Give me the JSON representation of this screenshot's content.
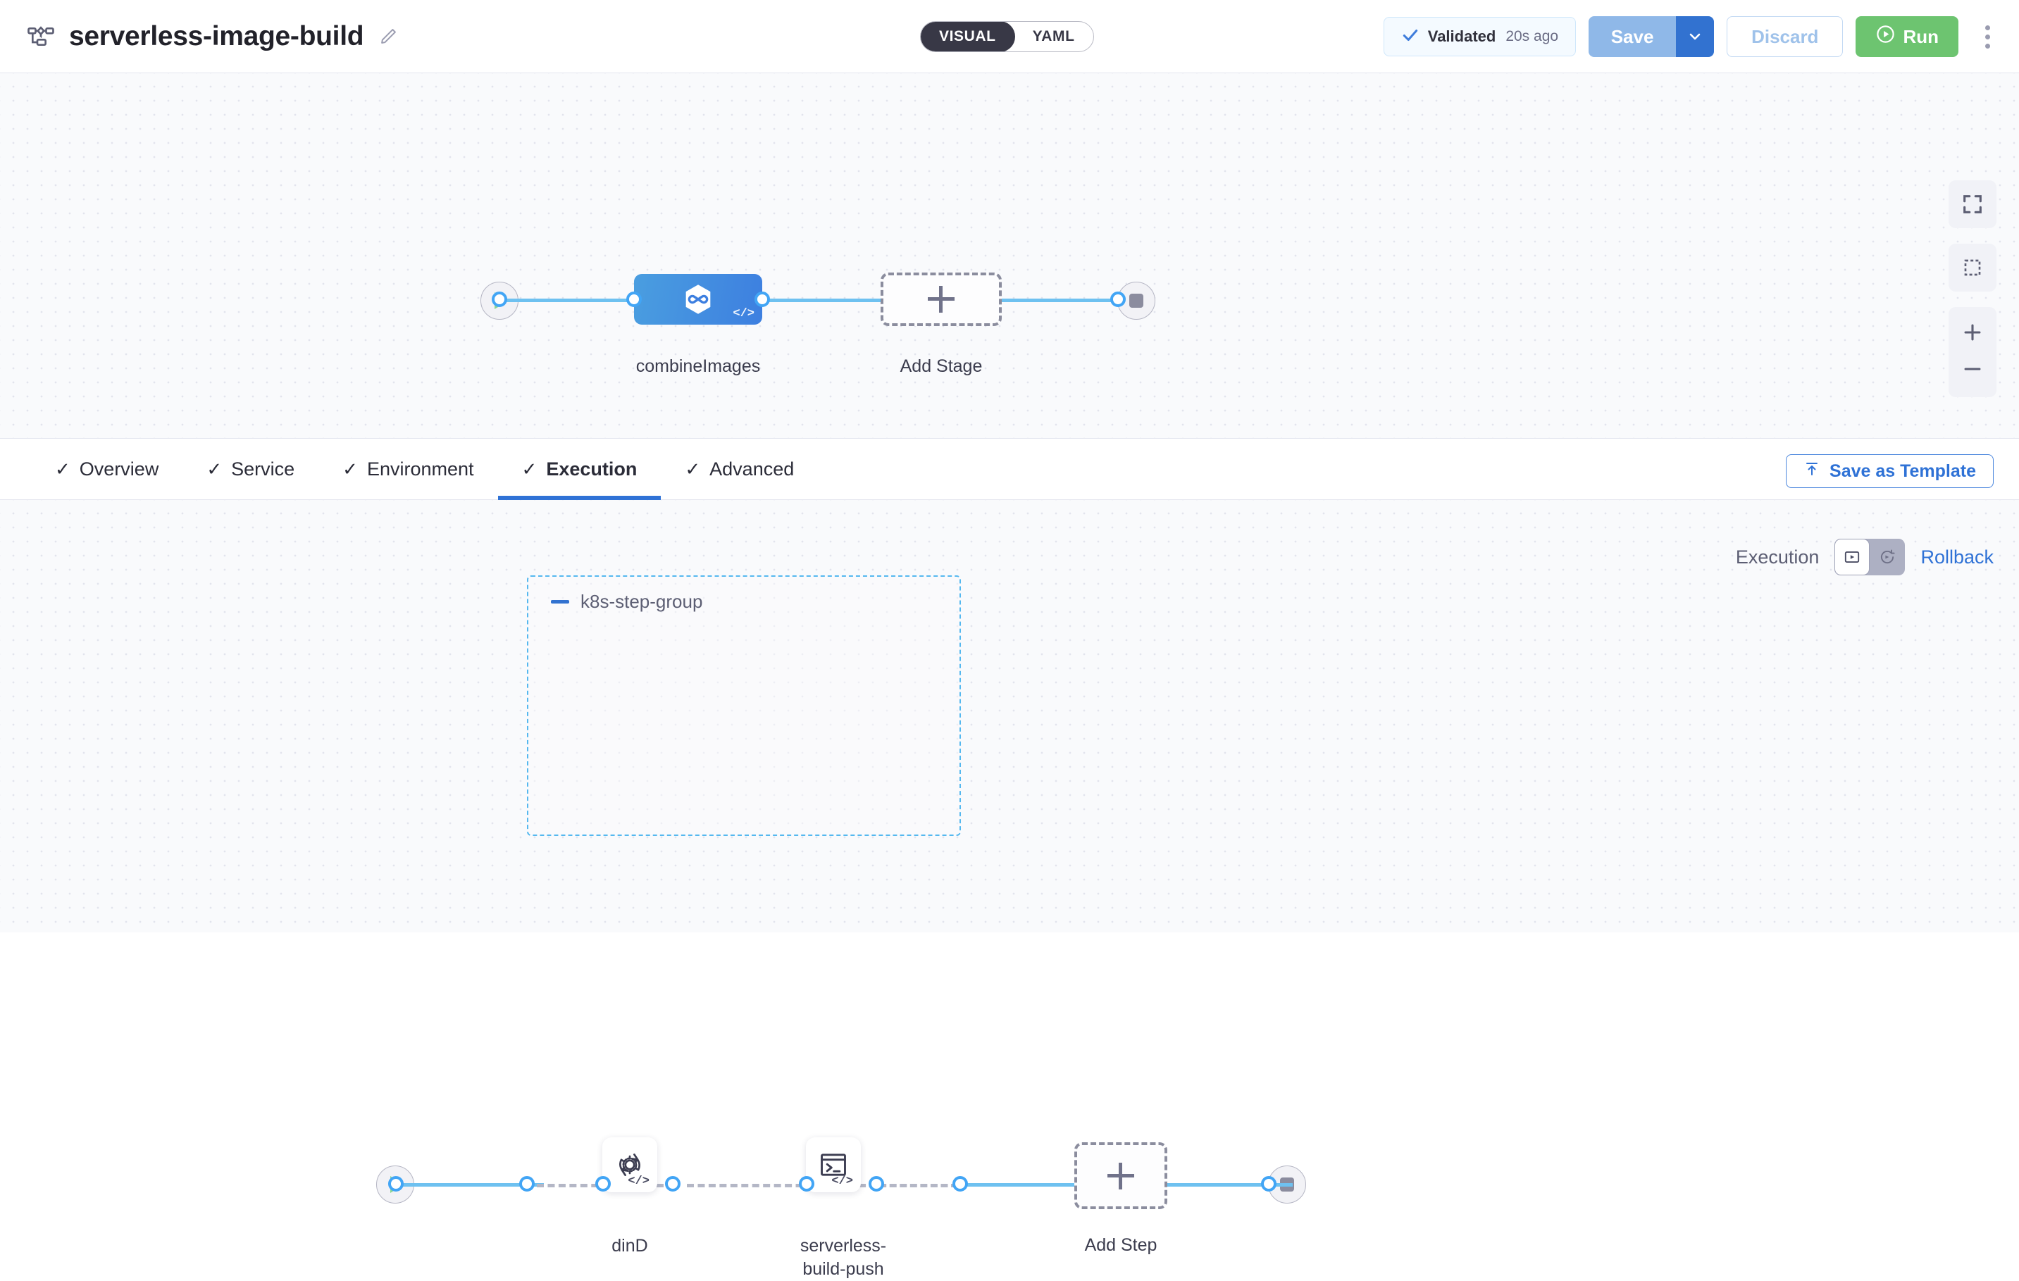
{
  "header": {
    "pipeline_icon": "pipeline-flow-icon",
    "title": "serverless-image-build",
    "edit_icon": "pencil-edit-icon",
    "view_toggle": {
      "visual_label": "VISUAL",
      "yaml_label": "YAML",
      "selected": "VISUAL"
    },
    "validated": {
      "check_icon": "check-icon",
      "label": "Validated",
      "time": "20s ago"
    },
    "save_label": "Save",
    "save_caret_icon": "chevron-down-icon",
    "discard_label": "Discard",
    "run_label": "Run",
    "run_icon": "play-circle-icon",
    "more_icon": "kebab-menu-icon"
  },
  "stage_graph": {
    "start_icon": "play-start-icon",
    "end_icon": "stop-end-icon",
    "nodes": [
      {
        "label": "combineImages",
        "type": "ci-stage",
        "icon": "ci-hexagon-infinity-icon",
        "badge": "</>"
      },
      {
        "label": "Add Stage",
        "type": "add",
        "icon": "plus-icon"
      }
    ]
  },
  "tabs": {
    "items": [
      {
        "label": "Overview",
        "check": "✓",
        "active": false
      },
      {
        "label": "Service",
        "check": "✓",
        "active": false
      },
      {
        "label": "Environment",
        "check": "✓",
        "active": false
      },
      {
        "label": "Execution",
        "check": "✓",
        "active": true
      },
      {
        "label": "Advanced",
        "check": "✓",
        "active": false
      }
    ],
    "save_as_template_label": "Save as Template",
    "save_as_template_icon": "template-upload-icon"
  },
  "execution_panel": {
    "execution_label": "Execution",
    "rollback_label": "Rollback",
    "execution_icon": "execution-play-frame-icon",
    "rollback_icon": "rollback-circular-arrow-icon",
    "selected": "Execution"
  },
  "step_graph": {
    "start_icon": "play-start-icon",
    "end_icon": "stop-end-icon",
    "group": {
      "title": "k8s-step-group",
      "collapse_icon": "minus-collapse-icon",
      "steps": [
        {
          "label": "dinD",
          "icon": "gear-sync-icon",
          "badge": "</>"
        },
        {
          "label": "serverless-\nbuild-push",
          "line1": "serverless-",
          "line2": "build-push",
          "icon": "terminal-icon",
          "badge": "</>"
        }
      ]
    },
    "add_step": {
      "label": "Add Step",
      "icon": "plus-icon"
    }
  },
  "canvas_controls": {
    "fit_icon": "fit-screen-icon",
    "select_icon": "marquee-select-icon",
    "zoom_in_icon": "zoom-in-icon",
    "zoom_out_icon": "zoom-out-icon"
  },
  "colors": {
    "accent_blue": "#2f72d6",
    "edge_blue": "#6ec1f0",
    "port_blue": "#42a5f5",
    "run_green": "#6dc470",
    "group_border": "#55b8ef",
    "canvas_bg": "#f9fafc"
  }
}
